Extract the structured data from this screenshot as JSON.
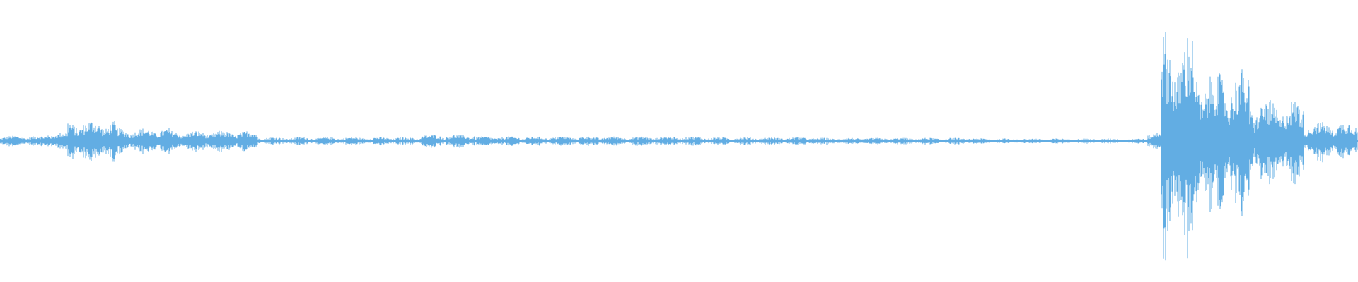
{
  "waveform": {
    "color": "#62ADE3",
    "background": "#ffffff",
    "segments": [
      {
        "from": 0.0,
        "to": 0.035,
        "level": 0.04
      },
      {
        "from": 0.035,
        "to": 0.05,
        "level": 0.07
      },
      {
        "from": 0.05,
        "to": 0.085,
        "level": 0.16
      },
      {
        "from": 0.085,
        "to": 0.125,
        "level": 0.1
      },
      {
        "from": 0.125,
        "to": 0.19,
        "level": 0.08
      },
      {
        "from": 0.19,
        "to": 0.31,
        "level": 0.03
      },
      {
        "from": 0.31,
        "to": 0.35,
        "level": 0.05
      },
      {
        "from": 0.35,
        "to": 0.52,
        "level": 0.035
      },
      {
        "from": 0.52,
        "to": 0.6,
        "level": 0.03
      },
      {
        "from": 0.6,
        "to": 0.72,
        "level": 0.025
      },
      {
        "from": 0.72,
        "to": 0.845,
        "level": 0.02
      },
      {
        "from": 0.845,
        "to": 0.855,
        "level": 0.08
      },
      {
        "from": 0.855,
        "to": 0.88,
        "level": 0.85
      },
      {
        "from": 0.88,
        "to": 0.92,
        "level": 0.55
      },
      {
        "from": 0.92,
        "to": 0.96,
        "level": 0.32
      },
      {
        "from": 0.96,
        "to": 1.0,
        "level": 0.15
      }
    ]
  }
}
